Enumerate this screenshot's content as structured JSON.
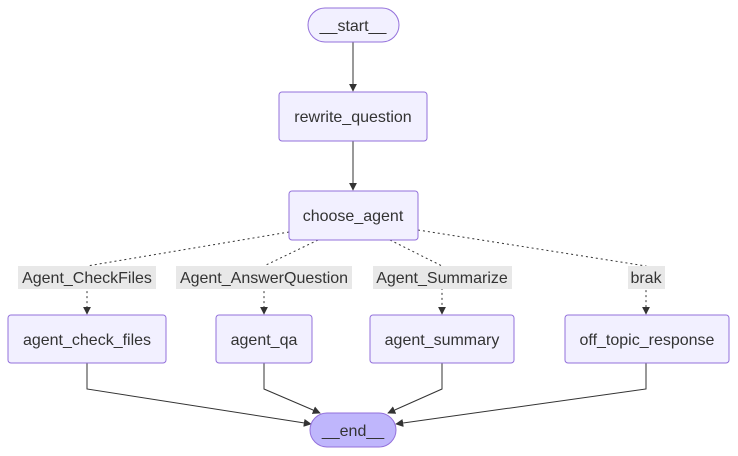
{
  "diagram": {
    "type": "flowchart",
    "nodes": {
      "start": "__start__",
      "rewrite_question": "rewrite_question",
      "choose_agent": "choose_agent",
      "agent_check_files": "agent_check_files",
      "agent_qa": "agent_qa",
      "agent_summary": "agent_summary",
      "off_topic_response": "off_topic_response",
      "end": "__end__"
    },
    "edge_labels": {
      "check_files": "Agent_CheckFiles",
      "answer_question": "Agent_AnswerQuestion",
      "summarize": "Agent_Summarize",
      "brak": "brak"
    },
    "edges": [
      {
        "from": "__start__",
        "to": "rewrite_question",
        "style": "solid"
      },
      {
        "from": "rewrite_question",
        "to": "choose_agent",
        "style": "solid"
      },
      {
        "from": "choose_agent",
        "to": "agent_check_files",
        "style": "dotted",
        "label": "Agent_CheckFiles"
      },
      {
        "from": "choose_agent",
        "to": "agent_qa",
        "style": "dotted",
        "label": "Agent_AnswerQuestion"
      },
      {
        "from": "choose_agent",
        "to": "agent_summary",
        "style": "dotted",
        "label": "Agent_Summarize"
      },
      {
        "from": "choose_agent",
        "to": "off_topic_response",
        "style": "dotted",
        "label": "brak"
      },
      {
        "from": "agent_check_files",
        "to": "__end__",
        "style": "solid"
      },
      {
        "from": "agent_qa",
        "to": "__end__",
        "style": "solid"
      },
      {
        "from": "agent_summary",
        "to": "__end__",
        "style": "solid"
      },
      {
        "from": "off_topic_response",
        "to": "__end__",
        "style": "solid"
      }
    ],
    "colors": {
      "node_fill": "#f2f0ff",
      "node_stroke": "#9370db",
      "end_fill": "#bfb6fc",
      "edge": "#333333",
      "label_bg": "#e8e8e8",
      "text": "#333333"
    }
  }
}
